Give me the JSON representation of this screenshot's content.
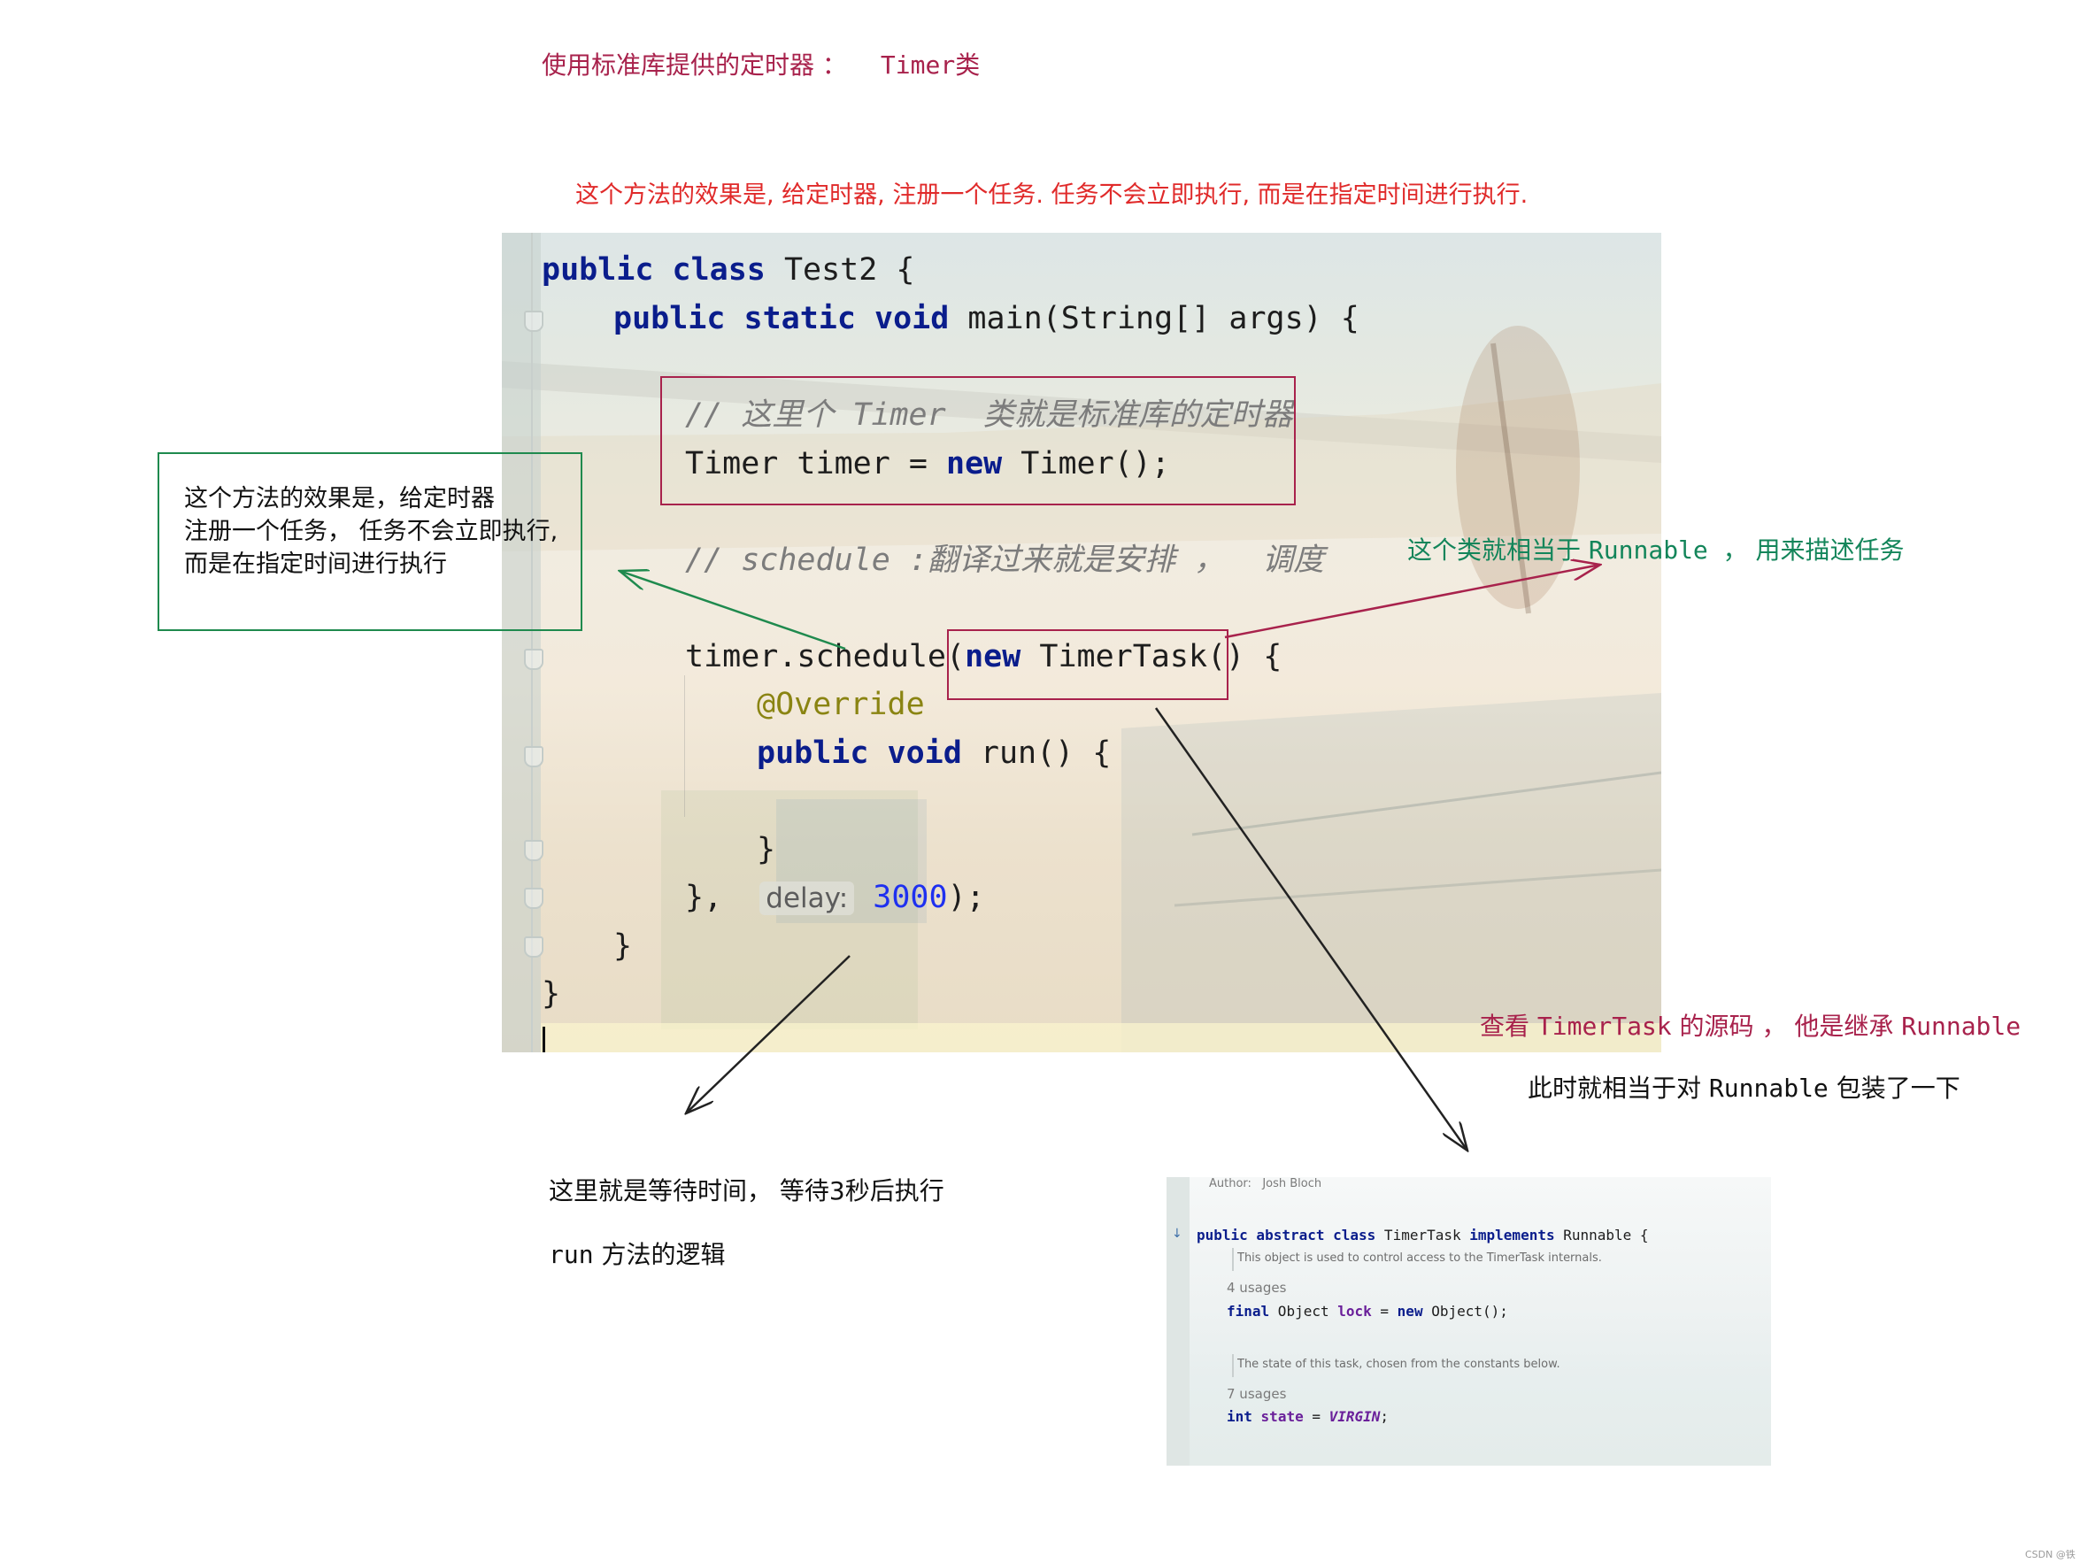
{
  "title": {
    "text": "使用标准库提供的定时器 ：",
    "mono": "Timer类"
  },
  "subtitle": "这个方法的效果是, 给定时器, 注册一个任务. 任务不会立即执行, 而是在指定时间进行执行.",
  "code": {
    "l1_kw": "public class",
    "l1_rest": " Test2 {",
    "l2_kw": "public static void",
    "l2_rest": " main(String[] args) {",
    "l3_comment": "// 这里个 Timer  类就是标准库的定时器",
    "l4_a": "Timer timer = ",
    "l4_kw": "new",
    "l4_b": " Timer();",
    "l5_comment": "// schedule :翻译过来就是安排 ，  调度",
    "l6_a": "timer.schedule(",
    "l6_kw": "new",
    "l6_b": " TimerTask() {",
    "l7_annotation": "@Override",
    "l8_kw": "public void",
    "l8_rest": " run() {",
    "l9": "}",
    "l10_a": "}, ",
    "l10_hint": "delay:",
    "l10_num": "3000",
    "l10_b": ");",
    "l11": "}",
    "l12": "}"
  },
  "green_note": {
    "line1": "这个方法的效果是，给定时器",
    "line2": "注册一个任务，  任务不会立即执行,",
    "line3": "而是在指定时间进行执行"
  },
  "runnable_note": {
    "a": "这个类就相当于",
    "mono": "Runnable ，",
    "b": "用来描述任务"
  },
  "source_note": {
    "a": "查看",
    "mono1": "TimerTask",
    "b": "的源码 ， 他是继承",
    "mono2": "Runnable"
  },
  "wrap_note": {
    "a": "此时就相当于对",
    "mono": "Runnable",
    "b": "包装了一下"
  },
  "wait_note": "这里就是等待时间，  等待3秒后执行",
  "run_note": {
    "mono": "run",
    "text": "方法的逻辑"
  },
  "source": {
    "author": "Author:   Josh Bloch",
    "decl_kw1": "public abstract class",
    "decl_name": " TimerTask ",
    "decl_kw2": "implements",
    "decl_rest": " Runnable {",
    "doc1": "This object is used to control access to the TimerTask internals.",
    "usages1": "4 usages",
    "lock_kw": "final",
    "lock_a": " Object ",
    "lock_field": "lock",
    "lock_b": " = ",
    "lock_kw2": "new",
    "lock_c": " Object();",
    "doc2": "The state of this task, chosen from the constants below.",
    "usages2": "7 usages",
    "state_kw": "int",
    "state_a": " ",
    "state_field": "state",
    "state_b": " = ",
    "state_const": "VIRGIN",
    "state_c": ";"
  },
  "credit": "CSDN @铁"
}
